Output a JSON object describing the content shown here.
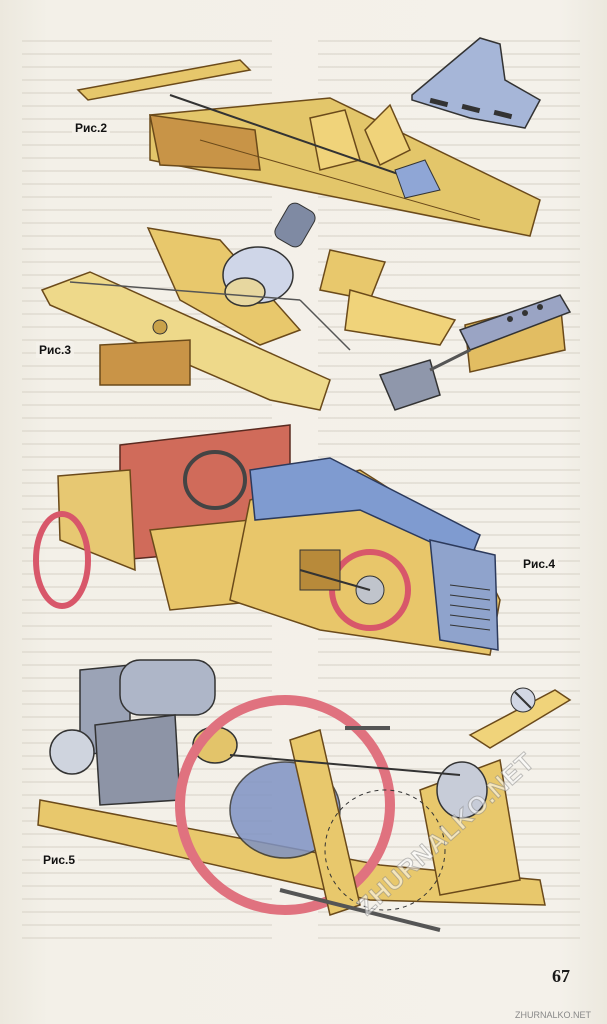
{
  "figures": {
    "fig2_label": "Рис.2",
    "fig3_label": "Рис.3",
    "fig4_label": "Рис.4",
    "fig5_label": "Рис.5"
  },
  "page_number": "67",
  "watermark": "ZHURNALKO.NET",
  "watermark_small": "ZHURNALKO.NET",
  "colors": {
    "wood": "#e3c66a",
    "wood_dark": "#b8893a",
    "metal_blue": "#7f9bd0",
    "red_wheel": "#e06575",
    "metal_grey": "#9aa0ac"
  }
}
